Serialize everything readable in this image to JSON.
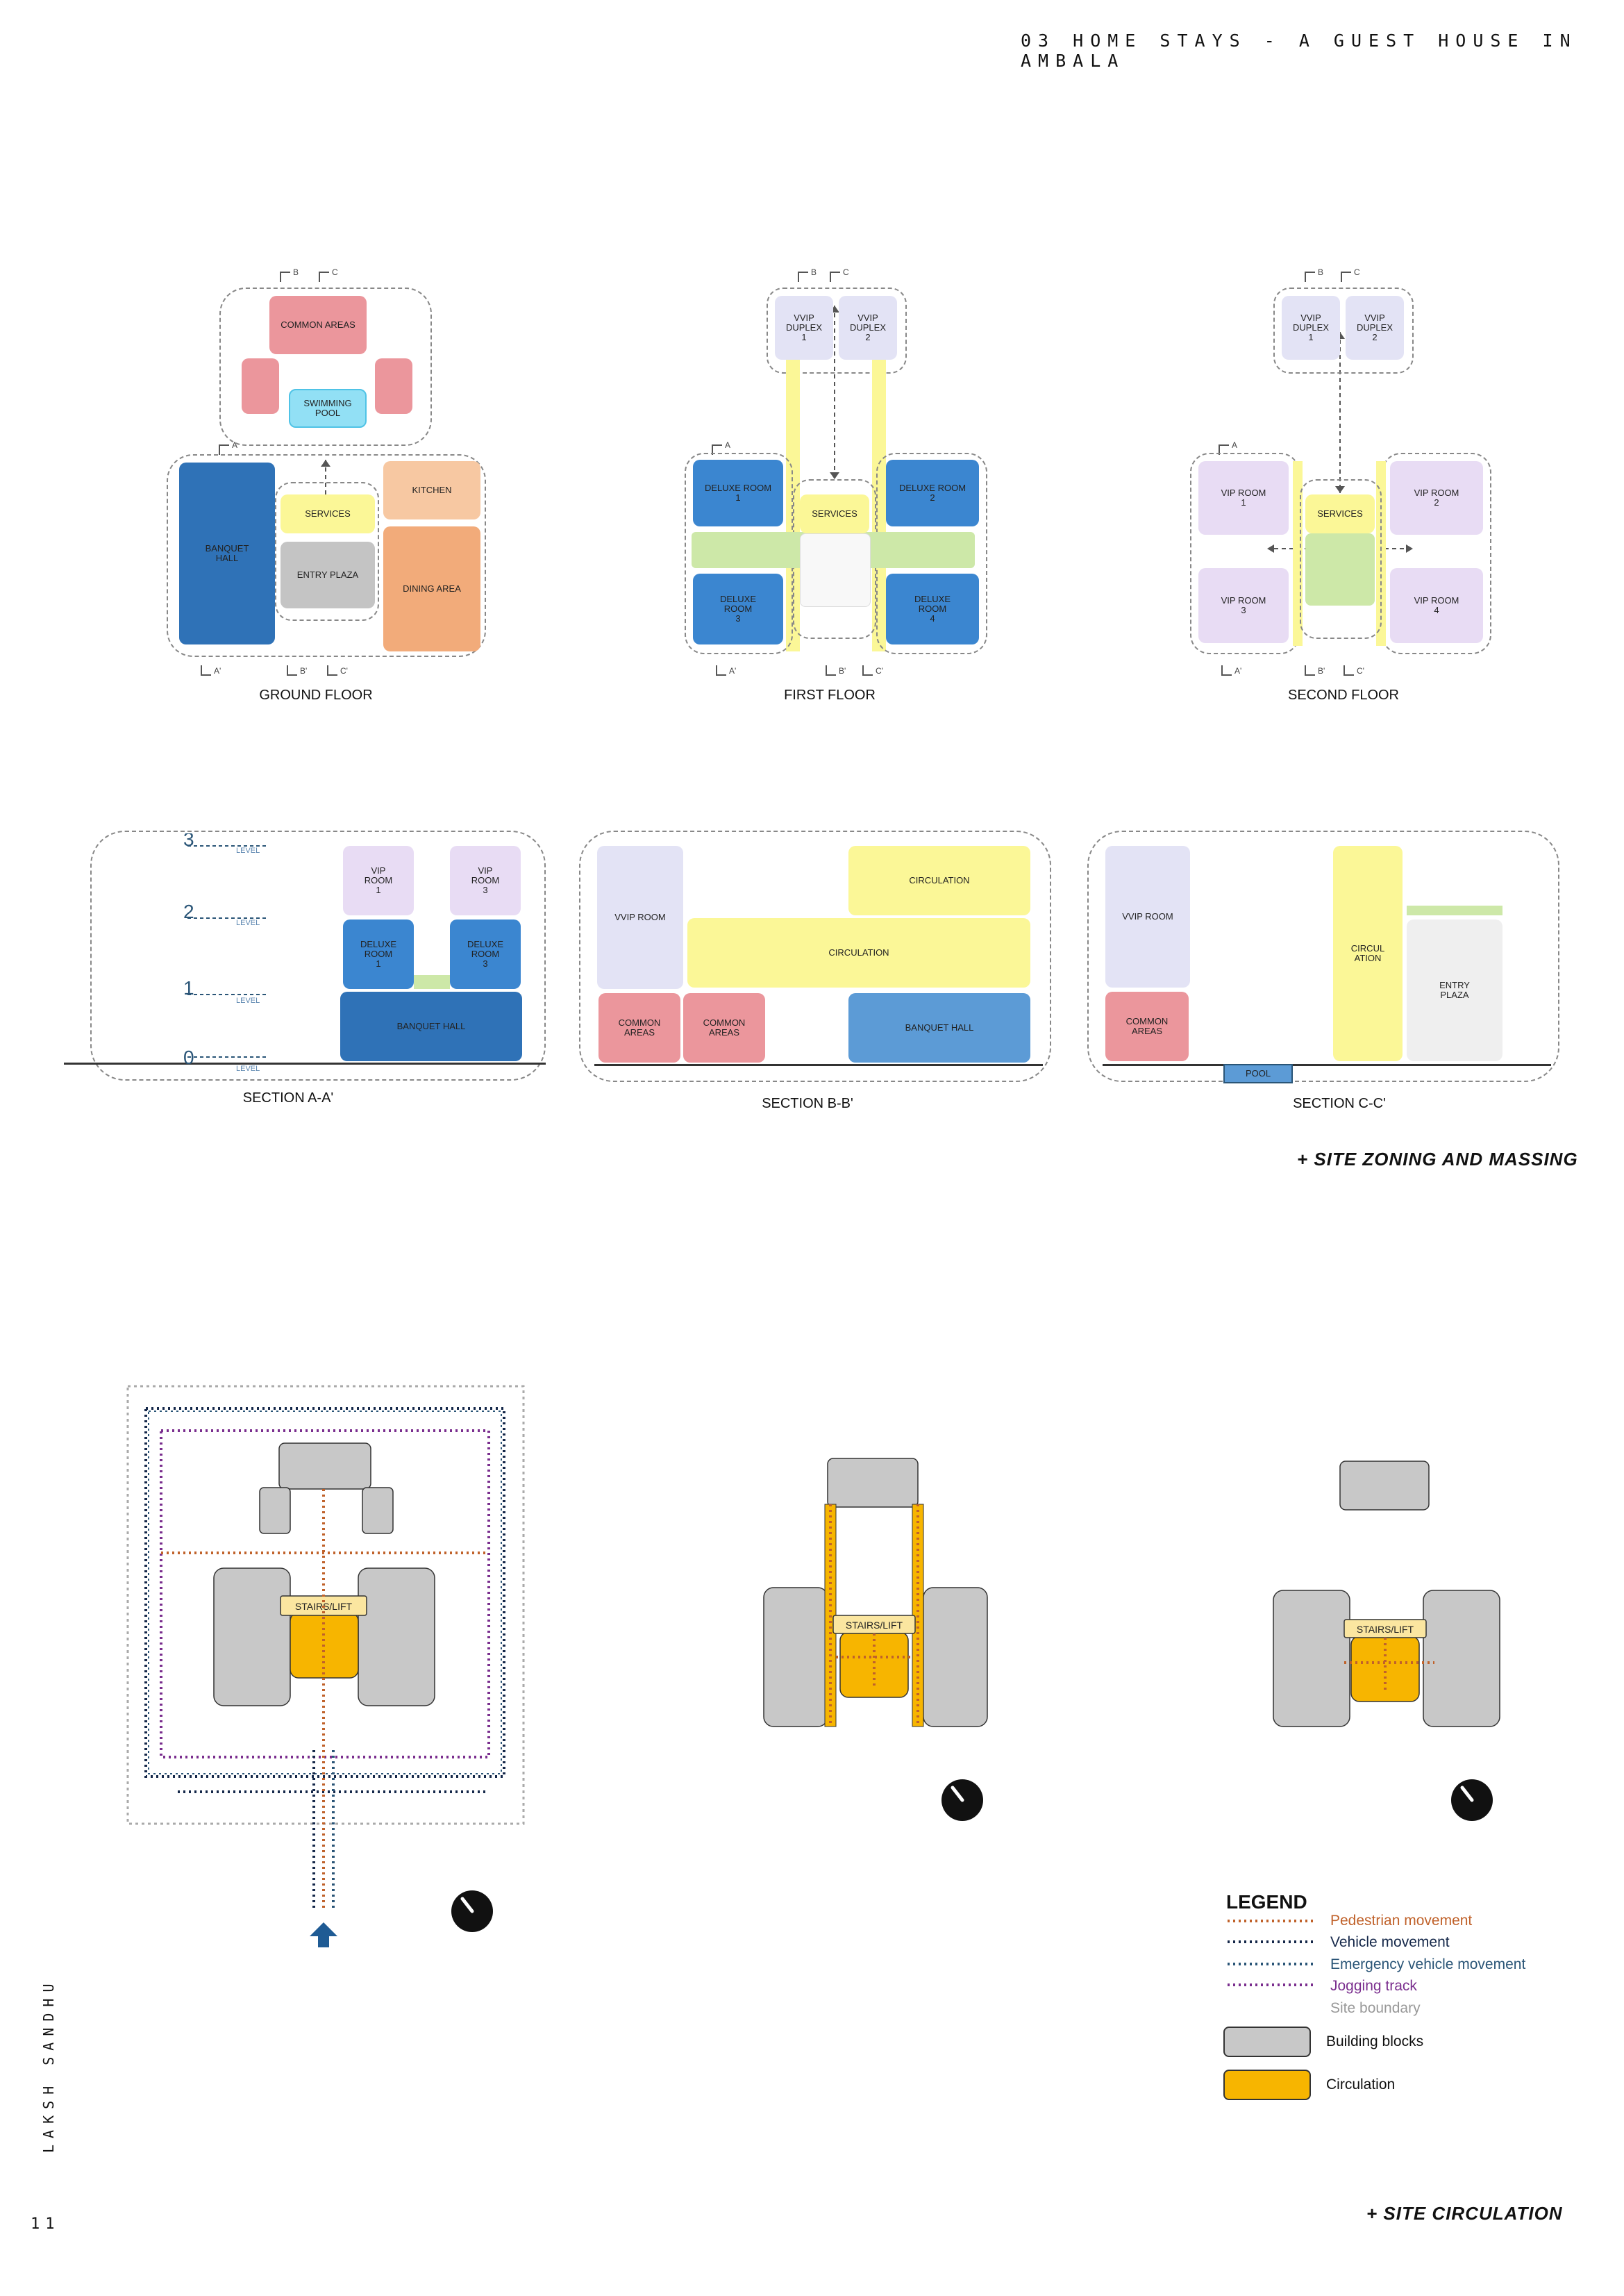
{
  "header": {
    "title": "03 HOME STAYS - A GUEST HOUSE IN AMBALA"
  },
  "footer": {
    "author": "LAKSH SANDHU",
    "page_number": "11"
  },
  "zoning": {
    "heading": "+ SITE ZONING AND MASSING",
    "cut_labels": {
      "a": "A",
      "b": "B",
      "c": "C",
      "a2": "A'",
      "b2": "B'",
      "c2": "C'"
    },
    "ground_floor": {
      "caption": "GROUND FLOOR",
      "common_areas": "COMMON AREAS",
      "swimming_pool": "SWIMMING\nPOOL",
      "banquet_hall": "BANQUET\nHALL",
      "services": "SERVICES",
      "entry_plaza": "ENTRY PLAZA",
      "kitchen": "KITCHEN",
      "dining_area": "DINING AREA"
    },
    "first_floor": {
      "caption": "FIRST FLOOR",
      "vvip_1": "VVIP\nDUPLEX\n1",
      "vvip_2": "VVIP\nDUPLEX\n2",
      "deluxe_1": "DELUXE ROOM\n1",
      "deluxe_2": "DELUXE ROOM\n2",
      "deluxe_3": "DELUXE\nROOM\n3",
      "deluxe_4": "DELUXE\nROOM\n4",
      "services": "SERVICES"
    },
    "second_floor": {
      "caption": "SECOND FLOOR",
      "vvip_1": "VVIP\nDUPLEX\n1",
      "vvip_2": "VVIP\nDUPLEX\n2",
      "vip_1": "VIP ROOM\n1",
      "vip_2": "VIP ROOM\n2",
      "vip_3": "VIP ROOM\n3",
      "vip_4": "VIP ROOM\n4",
      "services": "SERVICES"
    },
    "section_aa": {
      "caption": "SECTION A-A'",
      "levels": [
        "3",
        "2",
        "1",
        "0"
      ],
      "level_word": "LEVEL",
      "vip_1": "VIP\nROOM\n1",
      "vip_3": "VIP\nROOM\n3",
      "deluxe_1": "DELUXE\nROOM\n1",
      "deluxe_3": "DELUXE\nROOM\n3",
      "banquet_hall": "BANQUET HALL"
    },
    "section_bb": {
      "caption": "SECTION B-B'",
      "vvip_room": "VVIP ROOM",
      "circulation_top": "CIRCULATION",
      "circulation_mid": "CIRCULATION",
      "common_1": "COMMON\nAREAS",
      "common_2": "COMMON\nAREAS",
      "banquet_hall": "BANQUET HALL"
    },
    "section_cc": {
      "caption": "SECTION C-C'",
      "vvip_room": "VVIP ROOM",
      "circulation": "CIRCUL\nATION",
      "entry_plaza": "ENTRY\nPLAZA",
      "common_areas": "COMMON\nAREAS",
      "pool": "POOL"
    }
  },
  "circulation": {
    "heading": "+ SITE CIRCULATION",
    "stairs_label": "STAIRS/LIFT",
    "legend": {
      "title": "LEGEND",
      "items": [
        {
          "label": "Pedestrian movement",
          "color": "#c0622b"
        },
        {
          "label": "Vehicle movement",
          "color": "#15284a"
        },
        {
          "label": "Emergency vehicle movement",
          "color": "#2a5577"
        },
        {
          "label": "Jogging track",
          "color": "#7a2e8e"
        },
        {
          "label": "Site boundary",
          "color": "#999999"
        },
        {
          "label": "Building blocks",
          "color": "#c8c8c8"
        },
        {
          "label": "Circulation",
          "color": "#f7b500"
        }
      ]
    }
  },
  "colors": {
    "pink": "#eb969c",
    "pool_blue": "#92e0f5",
    "dark_blue": "#2f72b7",
    "mid_blue": "#3b86d0",
    "light_blue": "#5c9bd6",
    "yellow": "#fbf797",
    "grey": "#c4c4c4",
    "peach": "#f7c8a2",
    "orange": "#f2ab7a",
    "lavender": "#e8dcf4",
    "pale_lavender": "#e3e3f5",
    "green": "#cde8a8"
  }
}
